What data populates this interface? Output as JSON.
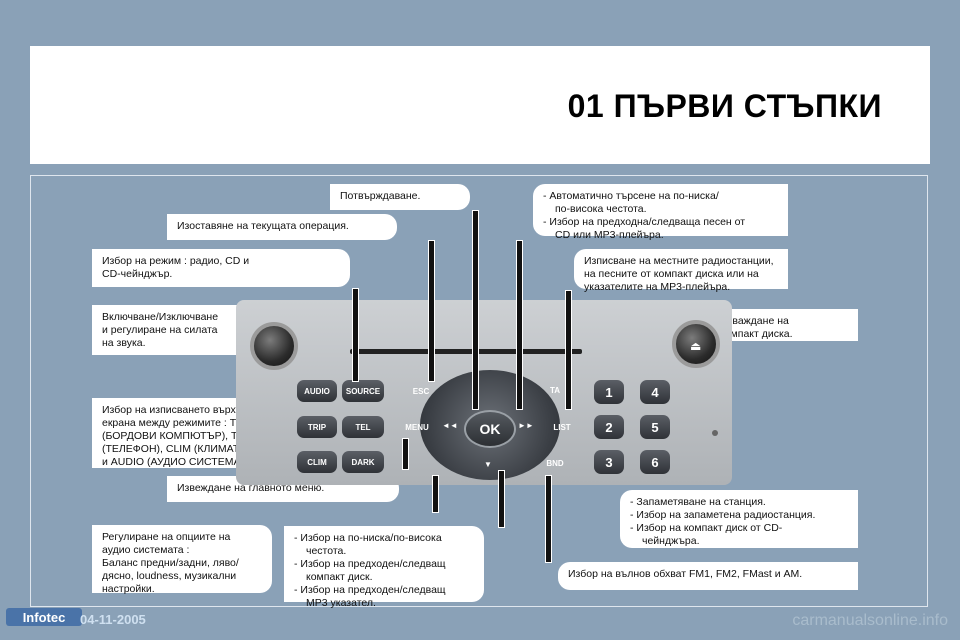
{
  "header": {
    "title": "01 ПЪРВИ СТЪПКИ"
  },
  "callouts": {
    "confirm": "Потвърждаване.",
    "abandon": "Изоставяне на текущата операция.",
    "mode": [
      "Избор на режим : радио, CD и",
      "CD-чейнджър."
    ],
    "power": [
      "Включване/Изключване",
      "и регулиране на силата",
      "на звука."
    ],
    "display": [
      "Избор на изписването върху",
      "екрана между режимите : TRIP",
      "(БОРДОВИ КОМПЮТЪР), TEL",
      "(ТЕЛЕФОН), CLIM (КЛИМАТИК)",
      "и AUDIO (АУДИО СИСТЕМА)."
    ],
    "menu": "Извеждане на главното меню.",
    "audio_options": [
      "Регулиране на опциите на",
      "аудио системата :",
      "Баланс предни/задни, ляво/",
      "дясно, loudness, музикални",
      "настройки."
    ],
    "seek": [
      "- Автоматично търсене на по-ниска/",
      "по-висока честота.",
      "- Избор на предходна/следваща песен от",
      "CD или MP3-плейъра."
    ],
    "list": [
      "Изписване на местните радиостанции,",
      "на песните от компакт диска или на",
      "указателите на MP3-плейъра."
    ],
    "eject": [
      "Изваждане на",
      "компакт диска."
    ],
    "presets": [
      "- Запаметяване на станция.",
      "- Избор на запаметена радиостанция.",
      "- Избор на компакт диск от CD-",
      "чейнджъра."
    ],
    "freq": [
      "- Избор на по-ниска/по-висока",
      "честота.",
      "- Избор на предходен/следващ",
      "компакт диск.",
      "- Избор на предходен/следващ",
      "MP3 указател."
    ],
    "band": "Избор на вълнов обхват FM1, FM2, FMast и AM."
  },
  "radio": {
    "buttons": {
      "audio": "AUDIO",
      "source": "SOURCE",
      "trip": "TRIP",
      "tel": "TEL",
      "clim": "CLIM",
      "dark": "DARK",
      "esc": "ESC",
      "menu": "MENU",
      "ok": "OK",
      "list": "LIST",
      "bnd": "BND",
      "ta": "TA"
    },
    "numbers": [
      "1",
      "4",
      "2",
      "5",
      "3",
      "6"
    ]
  },
  "footer": {
    "brand": "Infotec",
    "date": "04-11-2005",
    "watermark": "carmanualsonline.info"
  }
}
